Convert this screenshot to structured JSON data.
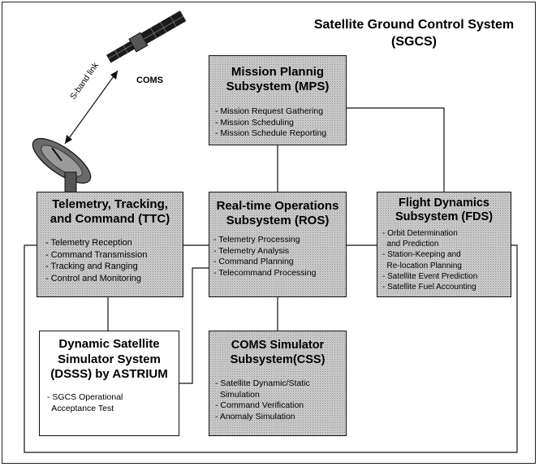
{
  "title": {
    "line1": "Satellite Ground Control System",
    "line2": "(SGCS)"
  },
  "satellite": {
    "label": "COMS"
  },
  "link": {
    "label": "S-band link"
  },
  "mps": {
    "title1": "Mission Plannig",
    "title2": "Subsystem (MPS)",
    "items": [
      "- Mission Request Gathering",
      "- Mission Scheduling",
      "- Mission Schedule Reporting"
    ]
  },
  "ttc": {
    "title1": "Telemetry, Tracking,",
    "title2": "and Command (TTC)",
    "items": [
      "- Telemetry Reception",
      "- Command Transmission",
      "- Tracking and Ranging",
      "- Control and Monitoring"
    ]
  },
  "ros": {
    "title1": "Real-time Operations",
    "title2": "Subsystem (ROS)",
    "items": [
      "- Telemetry Processing",
      "- Telemetry Analysis",
      "- Command Planning",
      "- Telecommand Processing"
    ]
  },
  "fds": {
    "title1": "Flight Dynamics",
    "title2": "Subsystem (FDS)",
    "items": [
      "- Orbit Determination",
      "  and Prediction",
      "- Station-Keeping and",
      "  Re-location Planning",
      "- Satellite Event Prediction",
      "- Satellite Fuel Accounting"
    ]
  },
  "dsss": {
    "title1": "Dynamic Satellite",
    "title2": "Simulator System",
    "title3": "(DSSS) by ASTRIUM",
    "items": [
      "- SGCS Operational",
      "  Acceptance Test"
    ]
  },
  "css": {
    "title1": "COMS Simulator",
    "title2": "Subsystem(CSS)",
    "items": [
      "- Satellite Dynamic/Static",
      "  Simulation",
      "- Command Verification",
      "- Anomaly Simulation"
    ]
  }
}
